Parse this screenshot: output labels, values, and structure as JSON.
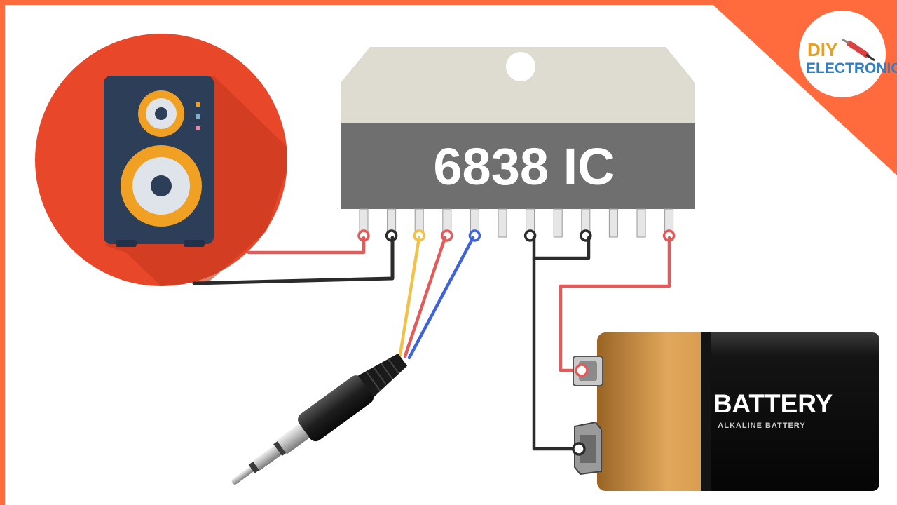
{
  "ic": {
    "label": "6838 IC",
    "pin_count": 12
  },
  "battery": {
    "label": "BATTERY",
    "sublabel": "ALKALINE BATTERY"
  },
  "logo": {
    "line1": "DIY",
    "line2": "ELECTRONIC"
  },
  "components": {
    "speaker": "speaker-icon",
    "audio_jack": "audio-jack-icon"
  },
  "colors": {
    "frame": "#ff6b3d",
    "speaker_circle": "#e8472a",
    "speaker_body": "#2d3e58",
    "speaker_ring": "#f0a022",
    "ic_body": "#6f6f6f",
    "ic_tab": "#dedcd0",
    "wire_red": "#e35a5a",
    "wire_black": "#2b2b2b",
    "wire_yellow": "#f0c24a",
    "wire_blue": "#3f63d9",
    "battery_copper": "#c98a3e",
    "battery_black": "#141414"
  }
}
